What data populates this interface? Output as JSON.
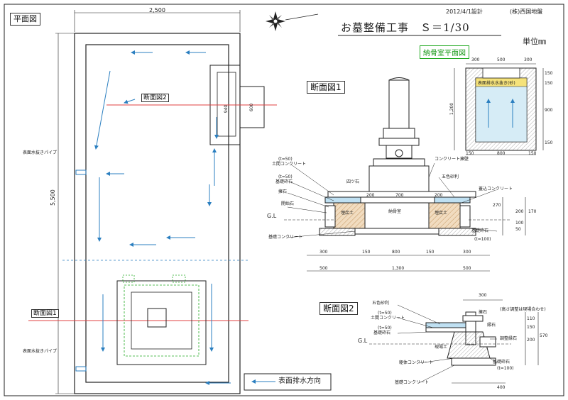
{
  "header": {
    "date_design": "2012/4/1設計",
    "company": "(株)西国地盤",
    "title": "お墓整備工事　Ｓ＝1/30",
    "unit": "単位㎜"
  },
  "plan": {
    "label": "平面図",
    "width_dim": "2,500",
    "height_dim": "5,500",
    "dim_940": "940",
    "dim_600": "600",
    "section2_label": "断面図2",
    "section1_label": "断面図1",
    "pipe_label_upper": "表面水抜きパイプ",
    "pipe_label_lower": "表面水抜きパイプ",
    "legend_text": "表面排水方向"
  },
  "ossuary_plan": {
    "label": "納骨室平面図",
    "top_dims": [
      "300",
      "500",
      "300"
    ],
    "inner_label": "表面排水水抜き(砂)",
    "left_dim": "1,200",
    "right_dims": [
      "150",
      "150",
      "900",
      "150"
    ],
    "bottom_dims": [
      "150",
      "800",
      "150"
    ]
  },
  "section1": {
    "label": "断面図1",
    "notes": {
      "t50_a": "(t=50)",
      "soil_concrete": "土間コンクリート",
      "t50_b": "(t=50)",
      "base_gravel": "基礎砕石",
      "retaining_stone": "擁石",
      "opening_stone": "開始石",
      "gl": "G.L",
      "base_concrete": "基礎コンクリート",
      "concrete_wall": "コンクリート擁壁",
      "five_color_gravel": "五色砂利",
      "fill_concrete": "蓋込コンクリート",
      "base_gravel_r": "基礎砕石",
      "t100": "(t=100)",
      "four_stone": "四ツ石",
      "backfill_l": "埋戻土",
      "backfill_r": "埋戻土",
      "ossuary": "納骨室"
    },
    "top_dims": [
      "200",
      "700",
      "200"
    ],
    "right_dims": [
      "270",
      "200",
      "170",
      "100",
      "50"
    ],
    "bottom_dims_row1": [
      "300",
      "150",
      "800",
      "150",
      "300"
    ],
    "bottom_dims_row2": [
      "500",
      "1,300",
      "500"
    ]
  },
  "section2": {
    "label": "断面図2",
    "top_dim": "300",
    "notes": {
      "five_color_gravel": "五色砂利",
      "t50_a": "(t=50)",
      "soil_concrete": "土間コンクリート",
      "t50_b": "(t=50)",
      "base_gravel": "基礎砕石",
      "gl": "G.L",
      "backfill": "現場土",
      "stone_a": "擁石",
      "stone_b": "縁石",
      "note_height": "(高さ調整は現場合わせ)",
      "adjust_stone": "調整縁石",
      "skeleton_concrete": "躯体コンクリート",
      "base_gravel_r": "基礎砕石",
      "t100": "(t=100)",
      "base_concrete": "基礎コンクリート"
    },
    "right_dims": [
      "110",
      "150",
      "200",
      "570"
    ],
    "bottom_dim": "400"
  },
  "colors": {
    "line": "#222222",
    "blue_arrow": "#2b7fc0",
    "red_section": "#e04040",
    "green_outline": "#22aa22",
    "hatch_tan": "#e6c9a0",
    "blue_fill": "#bfe0f2"
  }
}
